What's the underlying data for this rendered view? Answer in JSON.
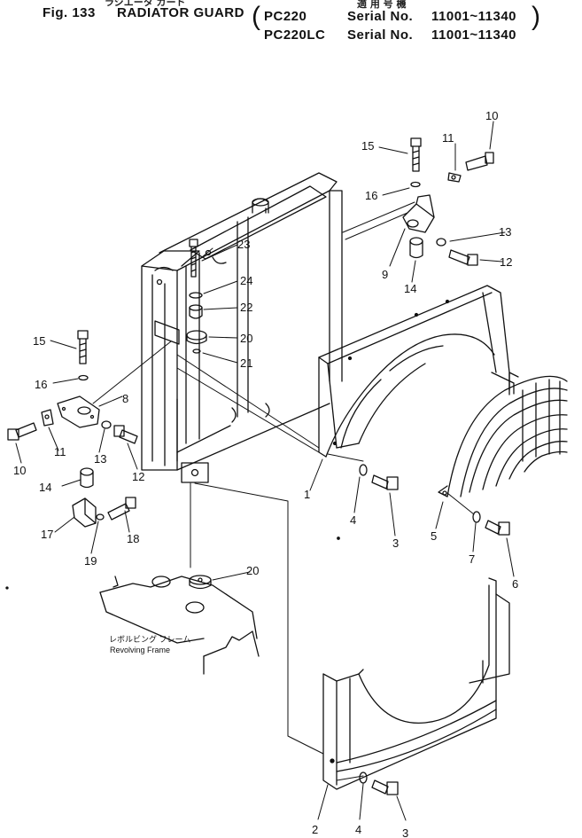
{
  "header": {
    "jp_title": "ラジエータ ガード",
    "jp_applicable": "適 用 号 機",
    "fig_number": "Fig. 133",
    "title": "RADIATOR GUARD",
    "models": [
      {
        "model": "PC220",
        "serial_label": "Serial No.",
        "serial_range": "11001~11340"
      },
      {
        "model": "PC220LC",
        "serial_label": "Serial No.",
        "serial_range": "11001~11340"
      }
    ]
  },
  "frame_label": {
    "jp": "レボルビング フレーム",
    "en": "Revolving Frame"
  },
  "callouts": [
    "10",
    "11",
    "15",
    "16",
    "13",
    "9",
    "12",
    "14",
    "23",
    "24",
    "22",
    "20",
    "21",
    "15",
    "16",
    "8",
    "10",
    "11",
    "13",
    "12",
    "14",
    "1",
    "4",
    "3",
    "5",
    "7",
    "6",
    "17",
    "18",
    "19",
    "20",
    "2",
    "4",
    "3"
  ]
}
